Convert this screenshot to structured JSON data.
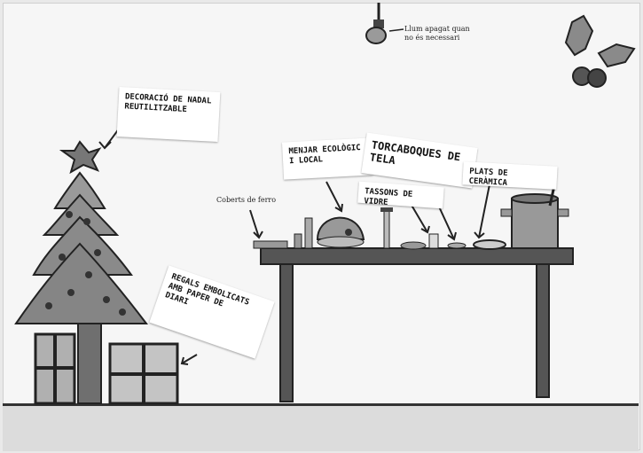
{
  "labels": {
    "tree": "Decoració de Nadal\nreutilitzable",
    "gifts": "Regals embolicats\namb paper de\ndiari",
    "food": "Menjar ecològic\ni local",
    "napkins": "Torcaboques de\ntela",
    "glasses": "Tassons de vidre",
    "plates": "Plats de ceràmica",
    "cutlery": "Coberts de ferro",
    "lamp": "Llum apagat quan\nno és necessari"
  },
  "colors": {
    "ink": "#222222",
    "paper": "#f6f6f6",
    "gray": "#8a8a8a",
    "light": "#bdbdbd"
  }
}
